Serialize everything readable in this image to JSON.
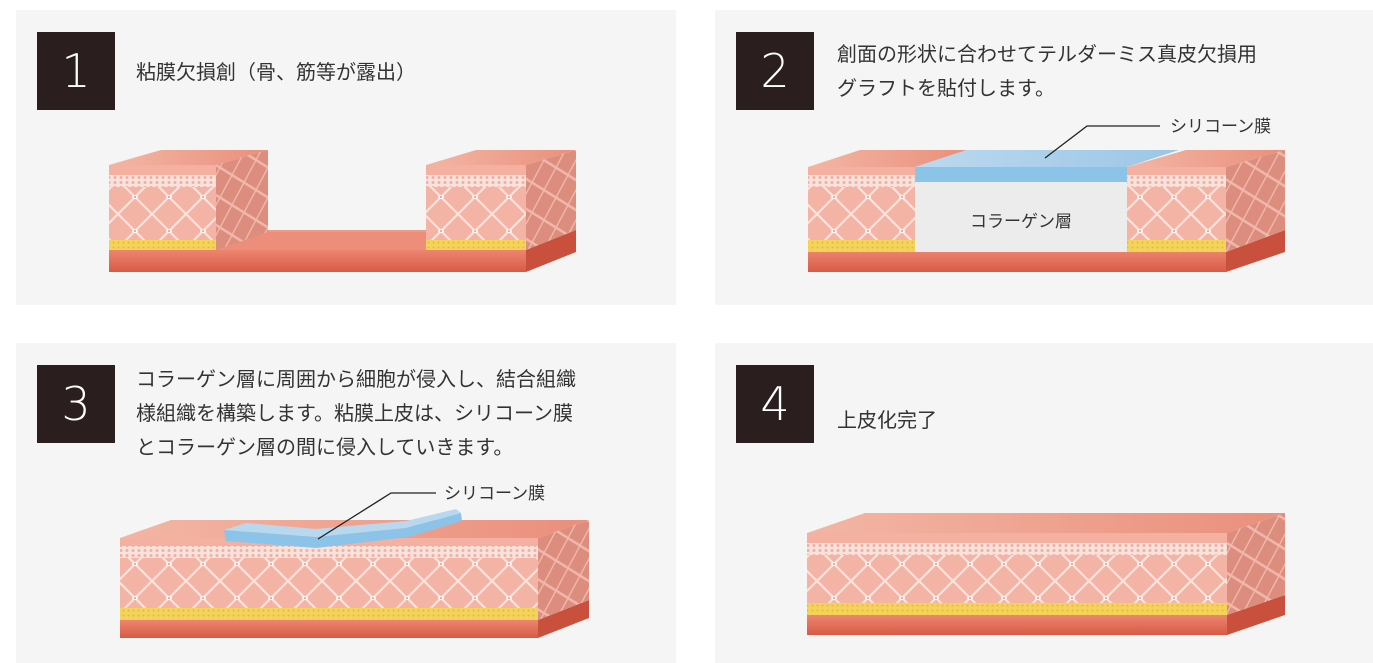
{
  "steps": [
    {
      "number": "1",
      "caption": [
        "粘膜欠損創（骨、筋等が露出）"
      ]
    },
    {
      "number": "2",
      "caption": [
        "創面の形状に合わせてテルダーミス真皮欠損用",
        "グラフトを貼付します。"
      ],
      "labels": {
        "silicone": "シリコーン膜",
        "collagen": "コラーゲン層"
      }
    },
    {
      "number": "3",
      "caption": [
        "コラーゲン層に周囲から細胞が侵入し、結合組織",
        "様組織を構築します。粘膜上皮は、シリコーン膜",
        "とコラーゲン層の間に侵入していきます。"
      ],
      "labels": {
        "silicone": "シリコーン膜"
      }
    },
    {
      "number": "4",
      "caption": [
        "上皮化完了"
      ]
    }
  ],
  "colors": {
    "panel_bg": "#f4f5f4",
    "badge_bg": "#2a1f1e",
    "tissue_top": "#f0a08e",
    "tissue_front": "#f3b2a3",
    "tissue_side": "#d98677",
    "fat_layer": "#f3d25a",
    "base_layer": "#e36a56",
    "silicone_blue": "#a9cfeb",
    "collagen_gray": "#ececec"
  }
}
